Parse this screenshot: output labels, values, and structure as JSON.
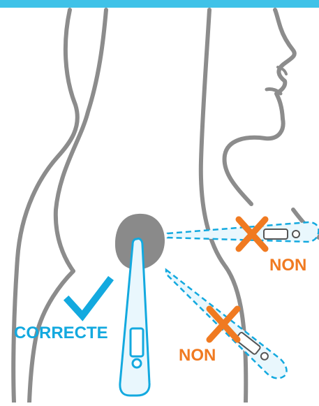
{
  "colors": {
    "top_bar": "#3fc2e8",
    "outline": "#8c8c8c",
    "target_spot": "#8a8a8a",
    "correct": "#13a9df",
    "wrong": "#f07a21",
    "thermometer_fill": "#e9f7fd"
  },
  "labels": {
    "correct": "CORRECTE",
    "wrong_upper": "NON",
    "wrong_lower": "NON"
  },
  "icons": {
    "correct": "checkmark-icon",
    "wrong": "cross-icon"
  }
}
